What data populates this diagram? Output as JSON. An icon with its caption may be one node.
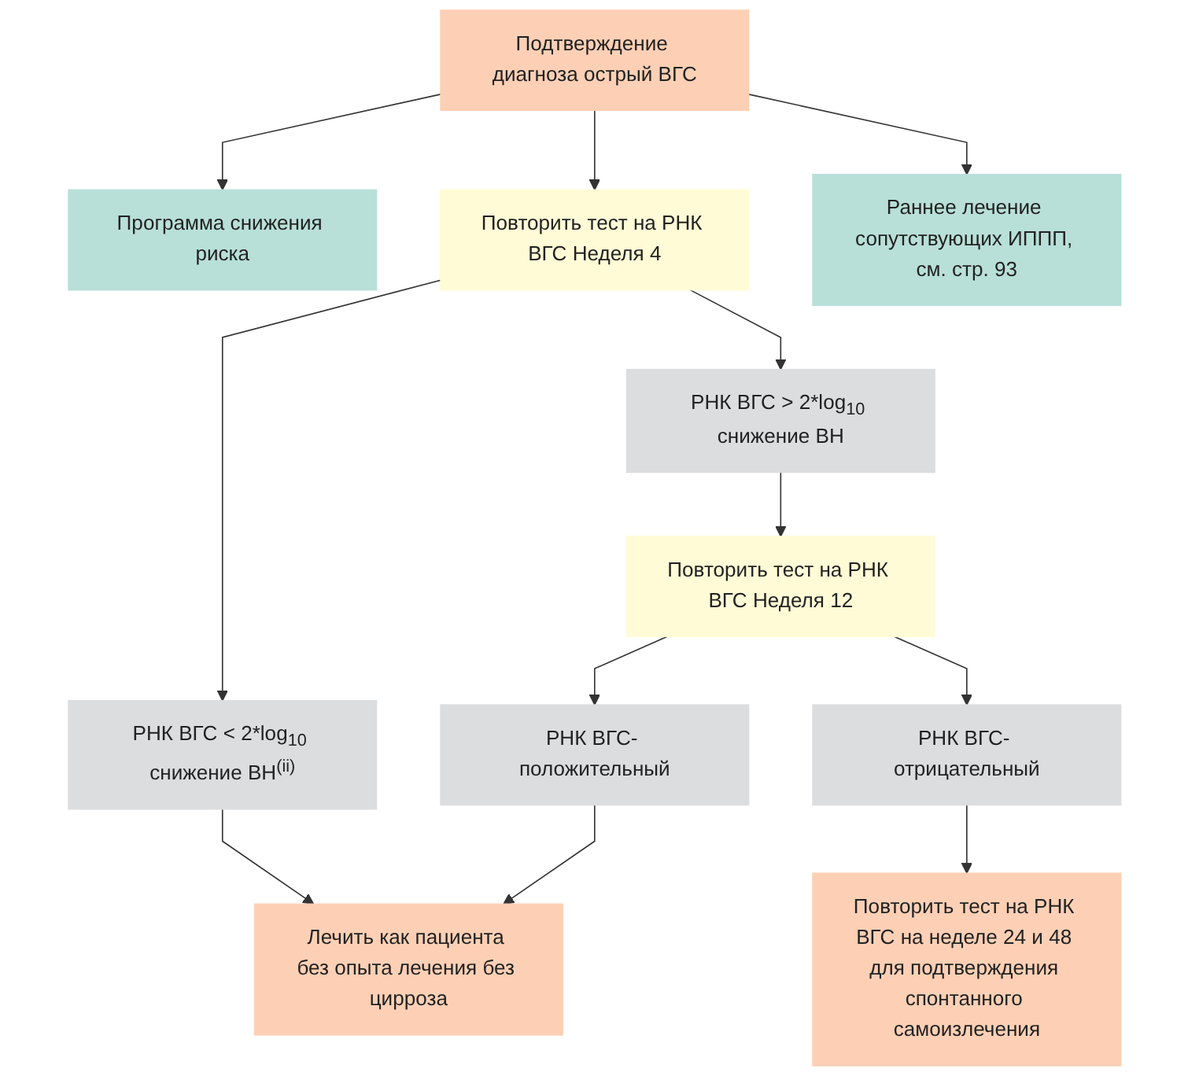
{
  "diagram": {
    "nodes": [
      {
        "text": [
          "Подтверждение диагноза острый ВГС"
        ]
      },
      {
        "text": [
          "Программа снижения риска"
        ]
      },
      {
        "text": [
          "Повторить тест на РНК ВГС Неделя 4"
        ]
      },
      {
        "text": [
          "Раннее лечение сопутствующих ИППП, см. стр. 93"
        ]
      },
      {
        "text": [
          "РНК ВГС < 2*log$_{10}$ снижение ВН$^{(ii)}$"
        ]
      },
      {
        "text": [
          "РНК ВГС > 2*log$_{10}$ снижение ВН"
        ]
      },
      {
        "text": [
          "Повторить тест на РНК ВГС Неделя 12"
        ]
      },
      {
        "text": [
          "РНК ВГС- положительный"
        ]
      },
      {
        "text": [
          "РНК ВГС- отрицательный"
        ]
      },
      {
        "text": [
          "Лечить как пациента без опыта лечения без цирроза"
        ]
      },
      {
        "text": [
          "Повторить тест на РНК ВГС на неделе 24 и 48 для подтверждения спонтанного самоизлечения"
        ]
      }
    ],
    "edges": [
      {
        "from": 0,
        "to": 1,
        "arrow": "to"
      },
      {
        "from": 0,
        "to": 3,
        "arrow": "to"
      },
      {
        "from": 0,
        "to": 2,
        "arrow": "to"
      },
      {
        "from": 2,
        "to": 4,
        "arrow": "to"
      },
      {
        "from": 2,
        "to": 5,
        "arrow": "to"
      },
      {
        "from": 5,
        "to": 6,
        "arrow": "to"
      },
      {
        "from": 6,
        "to": 7,
        "arrow": "to"
      },
      {
        "from": 6,
        "to": 8,
        "arrow": "to"
      },
      {
        "from": 4,
        "to": 9,
        "arrow": "to"
      },
      {
        "from": 7,
        "to": 9,
        "arrow": "to"
      },
      {
        "from": 8,
        "to": 10,
        "arrow": "to"
      }
    ]
  }
}
